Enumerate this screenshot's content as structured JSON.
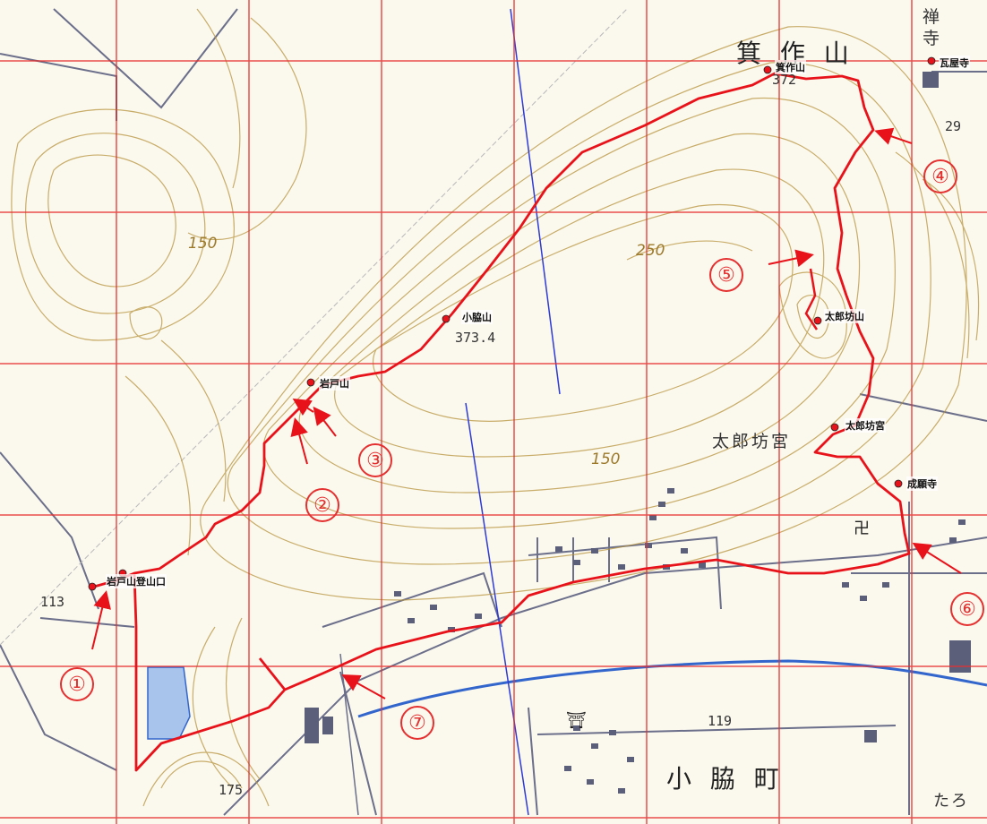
{
  "map": {
    "peaks": [
      {
        "name": "箕作山",
        "elev": "372"
      },
      {
        "name": "小脇山",
        "elev": "373.4"
      },
      {
        "name": "岩戸山"
      },
      {
        "name": "太郎坊山"
      },
      {
        "name": "瓦屋寺"
      }
    ],
    "places": {
      "trailhead": "岩戸山登山口",
      "shrine_small": "太郎坊宮",
      "shrine_label": "太郎坊宮",
      "temple": "成願寺",
      "town": "小 脇 町",
      "mountain_big": "箕 作 山",
      "edge_top": "禅",
      "edge_top2": "寺",
      "edge_bottom": "たろ"
    },
    "spot_heights": [
      "113",
      "175",
      "119",
      "29"
    ],
    "contours": [
      "150",
      "250",
      "150"
    ],
    "markers": [
      "①",
      "②",
      "③",
      "④",
      "⑤",
      "⑥",
      "⑦"
    ],
    "symbols": {
      "shrine": "⛩",
      "temple": "卍"
    },
    "colors": {
      "route": "#e8131a",
      "grid": "#e53030",
      "contour": "#b8953d",
      "water": "#3366cc",
      "road": "#6b6f8a"
    }
  }
}
